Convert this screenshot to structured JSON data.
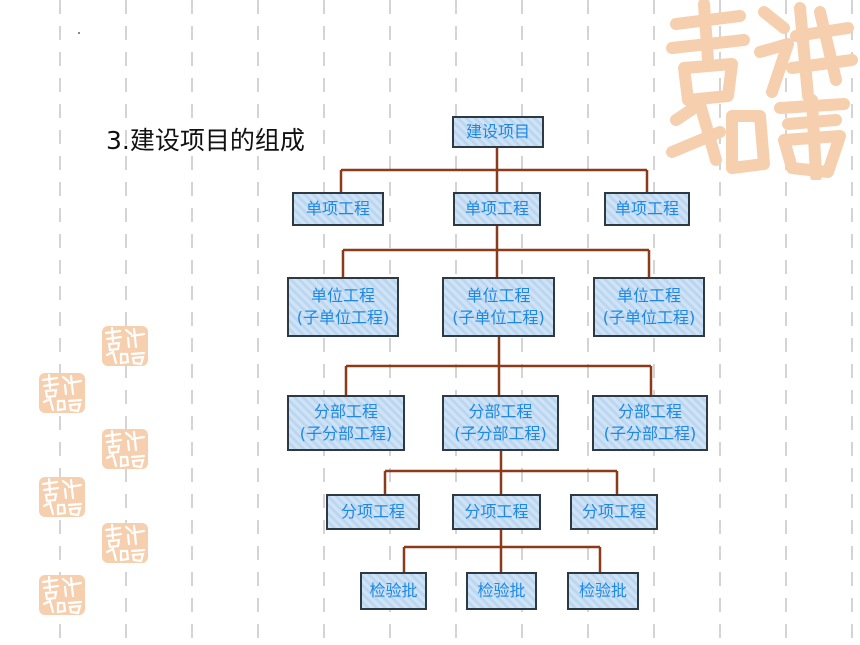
{
  "slide": {
    "title": "3.建设项目的组成",
    "decoration": "吉祥如意"
  },
  "tree": {
    "root": "建设项目",
    "level1": [
      "单项工程",
      "单项工程",
      "单项工程"
    ],
    "level2": [
      {
        "line1": "单位工程",
        "line2": "(子单位工程)"
      },
      {
        "line1": "单位工程",
        "line2": "(子单位工程)"
      },
      {
        "line1": "单位工程",
        "line2": "(子单位工程)"
      }
    ],
    "level3": [
      {
        "line1": "分部工程",
        "line2": "(子分部工程)"
      },
      {
        "line1": "分部工程",
        "line2": "(子分部工程)"
      },
      {
        "line1": "分部工程",
        "line2": "(子分部工程)"
      }
    ],
    "level4": [
      "分项工程",
      "分项工程",
      "分项工程"
    ],
    "level5": [
      "检验批",
      "检验批",
      "检验批"
    ]
  },
  "colors": {
    "node_text": "#1e88e5",
    "node_fill": "#c6ddf3",
    "node_border": "#2d3a44",
    "connector": "#8b3a1a",
    "seal": "#f6cfae",
    "grid_dash": "#d4d4d4"
  }
}
